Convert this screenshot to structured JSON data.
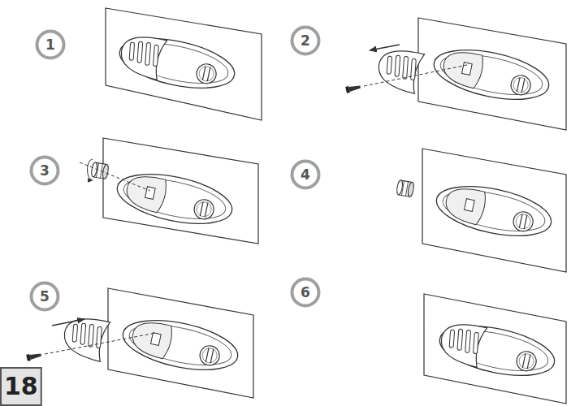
{
  "diagram": {
    "nodes": [
      {
        "text": [
          "1"
        ]
      },
      {
        "text": [
          "2"
        ]
      },
      {
        "text": [
          "3"
        ]
      },
      {
        "text": [
          "4"
        ]
      },
      {
        "text": [
          "5"
        ]
      },
      {
        "text": [
          "6"
        ]
      },
      {
        "text": [
          "18"
        ]
      }
    ]
  }
}
